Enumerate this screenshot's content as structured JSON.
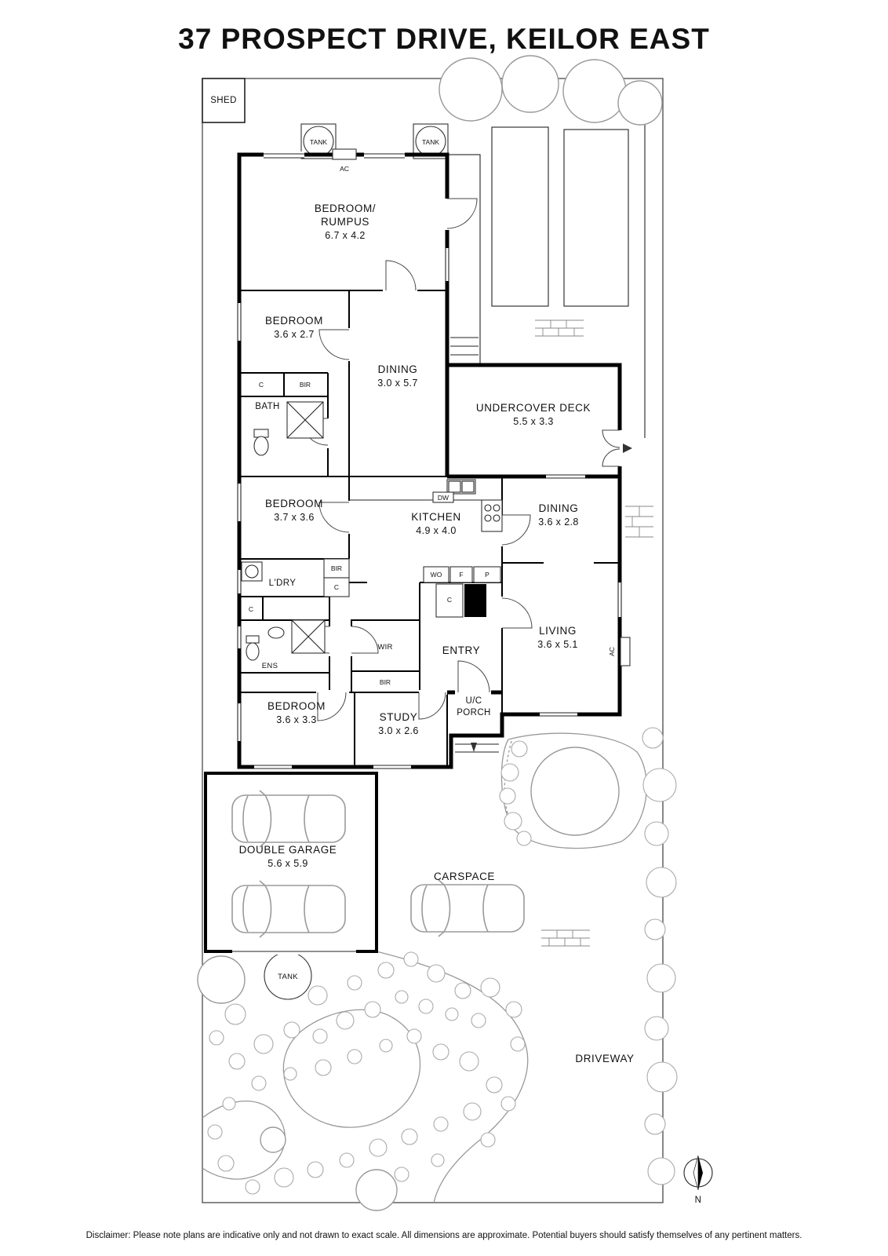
{
  "title": "37 PROSPECT DRIVE, KEILOR EAST",
  "rooms": {
    "shed": {
      "name": "SHED"
    },
    "bedroom_rumpus": {
      "name1": "BEDROOM/",
      "name2": "RUMPUS",
      "dims": "6.7 x 4.2"
    },
    "bedroom2": {
      "name": "BEDROOM",
      "dims": "3.6 x 2.7"
    },
    "bath": {
      "name": "BATH"
    },
    "dining1": {
      "name": "DINING",
      "dims": "3.0 x 5.7"
    },
    "deck": {
      "name": "UNDERCOVER DECK",
      "dims": "5.5 x 3.3"
    },
    "bedroom3": {
      "name": "BEDROOM",
      "dims": "3.7 x 3.6"
    },
    "kitchen": {
      "name": "KITCHEN",
      "dims": "4.9 x 4.0"
    },
    "dining2": {
      "name": "DINING",
      "dims": "3.6 x 2.8"
    },
    "laundry": {
      "name": "L'DRY"
    },
    "ensuite": {
      "name": "ENS"
    },
    "wir": {
      "name": "WIR"
    },
    "entry": {
      "name": "ENTRY"
    },
    "living": {
      "name": "LIVING",
      "dims": "3.6 x 5.1"
    },
    "bedroom4": {
      "name": "BEDROOM",
      "dims": "3.6 x 3.3"
    },
    "study": {
      "name": "STUDY",
      "dims": "3.0 x 2.6"
    },
    "porch": {
      "name1": "U/C",
      "name2": "PORCH"
    },
    "garage": {
      "name": "DOUBLE GARAGE",
      "dims": "5.6 x 5.9"
    },
    "carspace": {
      "name": "CARSPACE"
    },
    "driveway": {
      "name": "DRIVEWAY"
    }
  },
  "labels": {
    "tank": "TANK",
    "ac": "AC",
    "dw": "DW",
    "closet": "C",
    "bir": "BIR",
    "wall_oven": "WO",
    "fridge": "F",
    "pantry": "P",
    "north": "N"
  },
  "disclaimer": "Disclaimer: Please note plans are indicative only and not drawn to exact scale. All dimensions are approximate. Potential buyers should satisfy themselves of any pertinent matters."
}
